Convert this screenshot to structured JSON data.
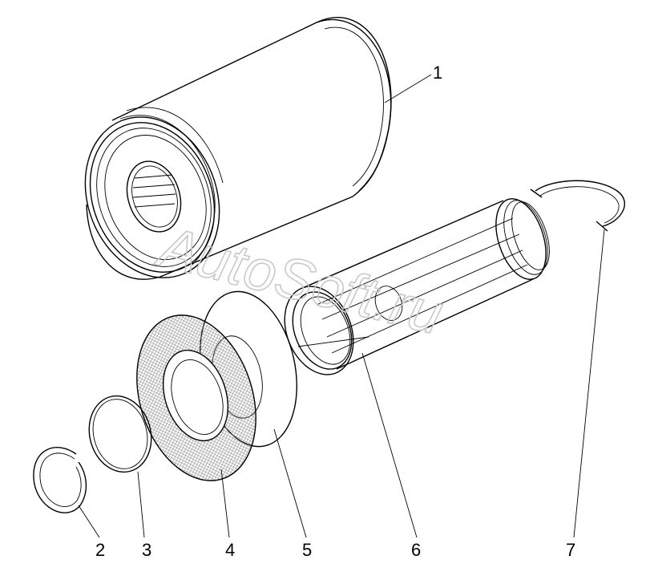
{
  "watermark": "AutoSoft.ru",
  "callouts": [
    {
      "id": "1",
      "label": "1"
    },
    {
      "id": "2",
      "label": "2"
    },
    {
      "id": "3",
      "label": "3"
    },
    {
      "id": "4",
      "label": "4"
    },
    {
      "id": "5",
      "label": "5"
    },
    {
      "id": "6",
      "label": "6"
    },
    {
      "id": "7",
      "label": "7"
    }
  ],
  "colors": {
    "line": "#000000",
    "background": "#ffffff",
    "watermark": "#c9c9c9",
    "hatch": "#8a8a8a"
  }
}
